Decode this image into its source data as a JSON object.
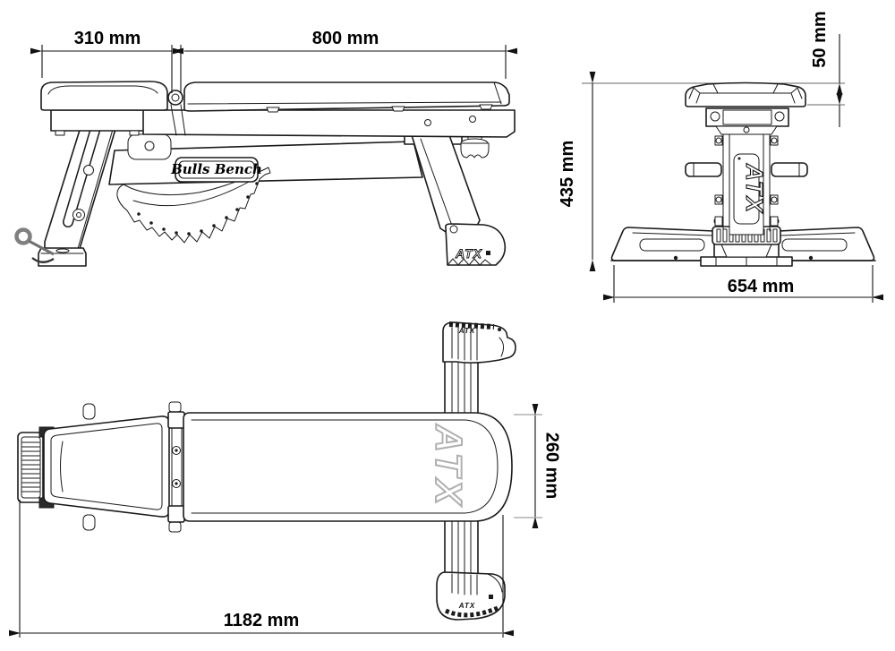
{
  "drawing": {
    "kind": "technical-drawing of adjustable weight bench, three orthographic views",
    "dimensions": {
      "seat_pad_length": "310 mm",
      "back_pad_length": "800 mm",
      "pad_thickness": "50 mm",
      "bench_height": "435 mm",
      "base_width": "654 mm",
      "pad_width": "260 mm",
      "total_length": "1182 mm"
    },
    "logos": {
      "bulls_bench_plate": "Bulls Bench",
      "side_foot_atx": "ATX",
      "rear_column_atx": "ATX",
      "top_watermark_atx": "ATX",
      "top_upper_cap_atx": "ATX",
      "top_lower_cap_atx": "ATX"
    },
    "colors": {
      "line": "#1a1a1a",
      "dim_text": "#000000",
      "extension_gray": "#8a8a8a",
      "watermark_gray": "#b0b0b0",
      "pin_gray": "#808080"
    }
  }
}
